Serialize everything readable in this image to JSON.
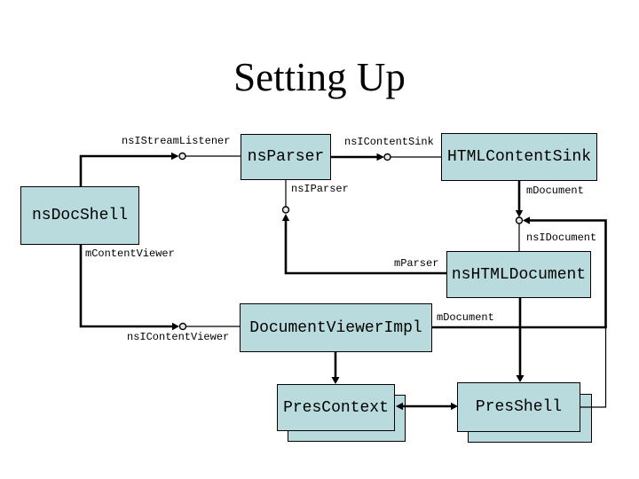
{
  "slide": {
    "title": "Setting Up"
  },
  "colors": {
    "background": "#ffffff",
    "box_fill": "#b9dbde",
    "box_border": "#000000",
    "line": "#000000",
    "text": "#000000"
  },
  "boxes": {
    "nsDocShell": {
      "label": "nsDocShell"
    },
    "nsParser": {
      "label": "nsParser"
    },
    "HTMLContentSink": {
      "label": "HTMLContentSink"
    },
    "nsHTMLDocument": {
      "label": "nsHTMLDocument"
    },
    "DocumentViewerImpl": {
      "label": "DocumentViewerImpl"
    },
    "PresContext": {
      "label": "PresContext"
    },
    "PresShell": {
      "label": "PresShell"
    }
  },
  "edges": {
    "nsIStreamListener": {
      "label": "nsIStreamListener"
    },
    "nsIContentSink": {
      "label": "nsIContentSink"
    },
    "nsIParser": {
      "label": "nsIParser"
    },
    "mDocumentSink": {
      "label": "mDocument"
    },
    "nsIDocument": {
      "label": "nsIDocument"
    },
    "mParser": {
      "label": "mParser"
    },
    "mContentViewer": {
      "label": "mContentViewer"
    },
    "nsIContentViewer": {
      "label": "nsIContentViewer"
    },
    "mDocumentViewer": {
      "label": "mDocument"
    }
  }
}
